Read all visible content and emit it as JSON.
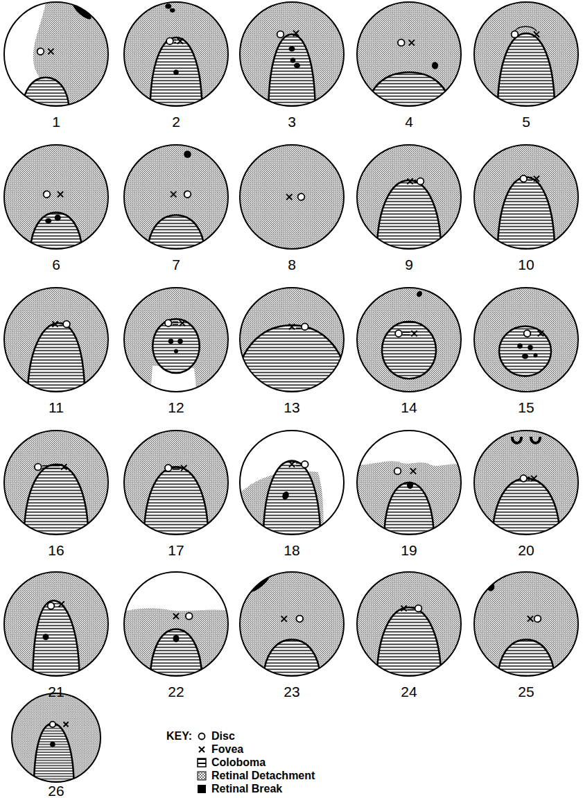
{
  "diagram": {
    "labels": [
      "1",
      "2",
      "3",
      "4",
      "5",
      "6",
      "7",
      "8",
      "9",
      "10",
      "11",
      "12",
      "13",
      "14",
      "15",
      "16",
      "17",
      "18",
      "19",
      "20",
      "21",
      "22",
      "23",
      "24",
      "25",
      "26",
      "KEY:"
    ],
    "legend": [
      {
        "text": "Disc"
      },
      {
        "text": "Fovea"
      },
      {
        "text": "Coloboma"
      },
      {
        "text": "Retinal Detachment"
      },
      {
        "text": "Retinal Break",
        "color": "#000000"
      }
    ]
  }
}
